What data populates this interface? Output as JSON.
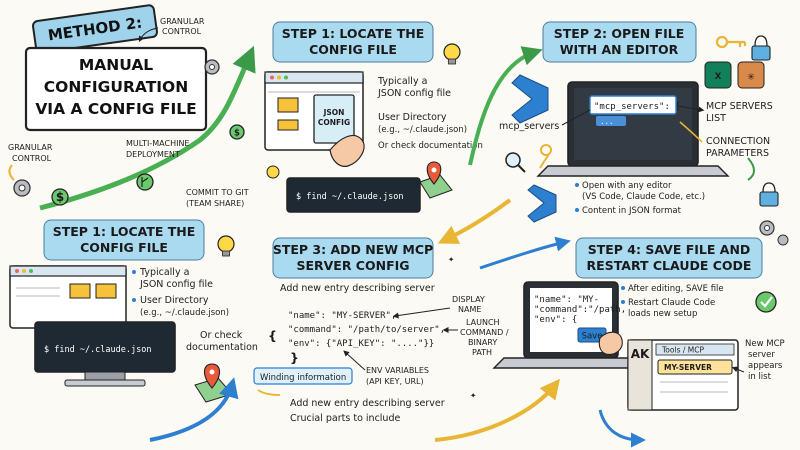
{
  "method_label": "METHOD 2:",
  "title_lines": [
    "MANUAL",
    "CONFIGURATION",
    "VIA A CONFIG FILE"
  ],
  "granular_control": [
    "GRANULAR",
    "CONTROL"
  ],
  "granular_control_left": [
    "GRANULAR",
    "CONTROL"
  ],
  "multi_machine": [
    "MULTI-MACHINE",
    "DEPLOYMENT"
  ],
  "commit_git": [
    "COMMIT TO GIT",
    "(TEAM SHARE)"
  ],
  "step1_top": {
    "title": [
      "STEP 1: LOCATE THE",
      "CONFIG FILE"
    ],
    "notes": [
      "Typically a",
      "JSON config file"
    ],
    "user_dir": [
      "User Directory",
      "(e.g., ~/.claude.json)"
    ],
    "check": "Or check documentation",
    "doc_label": [
      "JSON",
      "CONFIG"
    ],
    "command": "$ find ~/.claude.json"
  },
  "step2": {
    "title": [
      "STEP 2: OPEN FILE",
      "WITH AN EDITOR"
    ],
    "code_key": "\"mcp_servers\": [",
    "code_dots": "...",
    "side_label": "mcp_servers",
    "list_label": [
      "MCP SERVERS",
      "LIST"
    ],
    "conn_label": [
      "CONNECTION",
      "PARAMETERS"
    ],
    "bullets": [
      [
        "Open with any editor",
        "(VS Code, Claude Code, etc.)"
      ],
      [
        "Content in JSON format"
      ]
    ]
  },
  "step1_bottom": {
    "title": [
      "STEP 1: LOCATE THE",
      "CONFIG FILE"
    ],
    "notes": [
      "Typically a",
      "JSON config file"
    ],
    "user_dir": [
      "User Directory",
      "(e.g., ~/.claude.json)"
    ],
    "check": [
      "Or check",
      "documentation"
    ],
    "command": "$ find ~/.claude.json"
  },
  "step3": {
    "title": [
      "STEP 3: ADD NEW MCP",
      "SERVER CONFIG"
    ],
    "intro": "Add new entry describing server",
    "code": [
      "\"name\": \"MY-SERVER\",",
      "\"command\": \"/path/to/server\",",
      "\"env\": {\"API_KEY\": \"....\"}}"
    ],
    "display_name": [
      "DISPLAY",
      "NAME"
    ],
    "launch": [
      "LAUNCH",
      "COMMAND /",
      "BINARY",
      "PATH"
    ],
    "env_label": [
      "ENV VARIABLES",
      "(API KEY, URL)"
    ],
    "winding": "Winding information",
    "outro": [
      "Add new entry describing server",
      "Crucial parts to include"
    ]
  },
  "step4": {
    "title": [
      "STEP 4: SAVE FILE AND",
      "RESTART CLAUDE CODE"
    ],
    "code": [
      "\"name\": \"MY-",
      "\"command\":\"/path,",
      "\"env\": {"
    ],
    "save": "Save",
    "bullets": [
      [
        "After editing, SAVE file"
      ],
      [
        "Restart Claude Code",
        "loads new setup"
      ]
    ],
    "app_header": "Tools / MCP",
    "app_logo": "AK",
    "server_item": "MY-SERVER",
    "new_server": [
      "New MCP",
      "server",
      "appears",
      "in list"
    ]
  }
}
